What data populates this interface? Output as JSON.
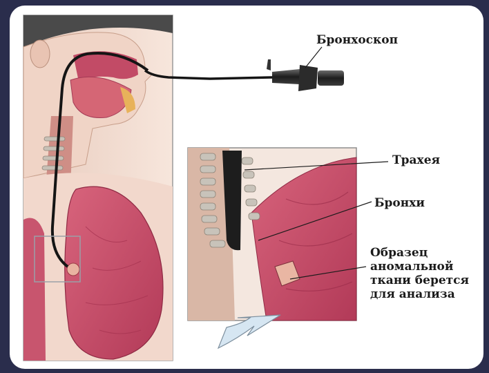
{
  "labels": {
    "bronchoscope": "Бронхоскоп",
    "trachea": "Трахея",
    "bronchi": "Бронхи",
    "sample": "Образец\nаномальной\nткани берется\nдля анализа"
  },
  "colors": {
    "background": "#2a2d4c",
    "card": "#ffffff",
    "lung": "#c9506a",
    "tissue": "#e08a8c",
    "skin": "#f3ddd0",
    "tube": "#1b1b1b"
  }
}
